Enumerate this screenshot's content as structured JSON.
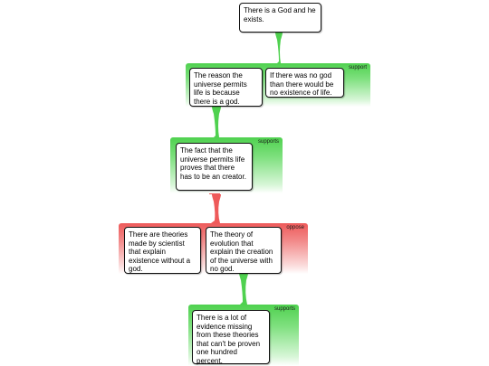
{
  "nodes": {
    "claim": {
      "text": "There is a God and he exists."
    },
    "reason_universe_permits_life": {
      "text": "The reason the universe permits life is because there is a god."
    },
    "if_no_god": {
      "text": "If there was no god than there would be no existence of life."
    },
    "universe_proves_creator": {
      "text": "The fact that the universe permits life proves that there has to be an creator."
    },
    "theories_without_god": {
      "text": "There are theories made by scientist that explain existence without a god."
    },
    "theory_of_evolution": {
      "text": "The theory of evolution that explain the creation of the universe with no god."
    },
    "evidence_missing": {
      "text": "There is a lot of evidence missing from these theories that can't be proven one hundred percent."
    }
  },
  "groups": {
    "group1": {
      "label": "support"
    },
    "group2": {
      "label": "supports"
    },
    "group3": {
      "label": "oppose"
    },
    "group4": {
      "label": "supports"
    }
  },
  "colors": {
    "support": "#4fd14f",
    "oppose": "#ee5a5a",
    "box_border": "#111111"
  }
}
